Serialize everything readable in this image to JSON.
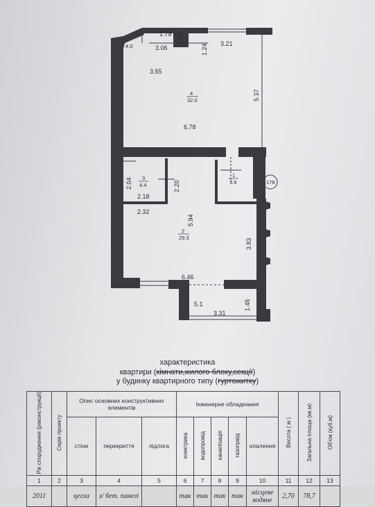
{
  "plan": {
    "dimensions": [
      "1.78",
      "4.0",
      "3.06",
      "1.10",
      "1.24",
      "3.21",
      "3.55",
      "5.37",
      "6.78",
      "2.04",
      "2.20",
      "2.18",
      "2.32",
      "5.94",
      "3.83",
      "6.46",
      "5.1",
      "3.31",
      "1.45"
    ],
    "rooms": [
      {
        "number": "4",
        "area": "32.0"
      },
      {
        "number": "3",
        "area": "4.4"
      },
      {
        "number": "1",
        "area": "3.9"
      },
      {
        "number": "2",
        "area": "29.3"
      }
    ],
    "stamp": "178"
  },
  "heading": {
    "line1": "характеристика",
    "line2_prefix": "квартири (",
    "line2_struck": "кімнати,жилого блоку,секції",
    "line2_suffix": ")",
    "line3_prefix": "у будинку квартирного типу (",
    "line3_struck": "гуртожитку",
    "line3_suffix": ")"
  },
  "table": {
    "h_year": "Рік спорудження (реконструкції)",
    "h_series": "Серія проекту",
    "h_desc": "Опис основних конструктивних елементів",
    "h_walls": "стіни",
    "h_ceiling": "перекриття",
    "h_floor": "підлога",
    "h_eng": "Інженерне обладнання",
    "h_elec": "електрика",
    "h_water": "водопровід",
    "h_sewer": "каналізація",
    "h_gas": "газопрвід",
    "h_heat": "опалення",
    "h_height": "Висота ( м )",
    "h_area": "Загальна площа (кв.м)",
    "h_volume": "Об'єм (куб.м)",
    "nums": [
      "1",
      "2",
      "3",
      "4",
      "5",
      "6",
      "7",
      "8",
      "9",
      "10",
      "11",
      "12",
      "13"
    ],
    "row": {
      "year": "2011",
      "series": "",
      "walls": "цегла",
      "ceiling": "з/ бет. панелі",
      "floor": "",
      "elec": "так",
      "water": "так",
      "sewer": "так",
      "gas": "так",
      "heat": "місцеве водяне",
      "height": "2,70",
      "area": "78,7",
      "volume": ""
    }
  }
}
